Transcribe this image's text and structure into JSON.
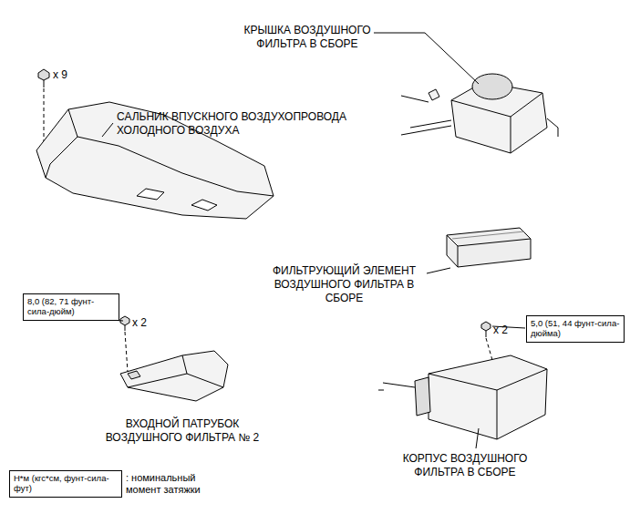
{
  "diagram": {
    "nodes": [
      {
        "text": [
          "8,0 (82, 71 фунт-сила-дюйм)"
        ]
      },
      {
        "text": [
          "5,0 (51, 44 фунт-сила-дюйма)"
        ]
      },
      {
        "text": [
          "Н*м (кгс*см, фунт-сила-фут)"
        ]
      }
    ],
    "edges": [],
    "labels": [
      "x 9",
      "САЛЬНИК ВПУСКНОГО ВОЗДУХОПРОВОДА ХОЛОДНОГО ВОЗДУХА",
      "КРЫШКА ВОЗДУШНОГО ФИЛЬТРА В СБОРЕ",
      "ФИЛЬТРУЮЩИЙ ЭЛЕМЕНТ ВОЗДУШНОГО ФИЛЬТРА В СБОРЕ",
      "x 2",
      "ВХОДНОЙ ПАТРУБОК ВОЗДУШНОГО ФИЛЬТРА № 2",
      "x 2",
      "КОРПУС ВОЗДУШНОГО ФИЛЬТРА В СБОРЕ"
    ],
    "legend": [
      {
        "text": ": номинальный момент затяжки"
      }
    ]
  }
}
